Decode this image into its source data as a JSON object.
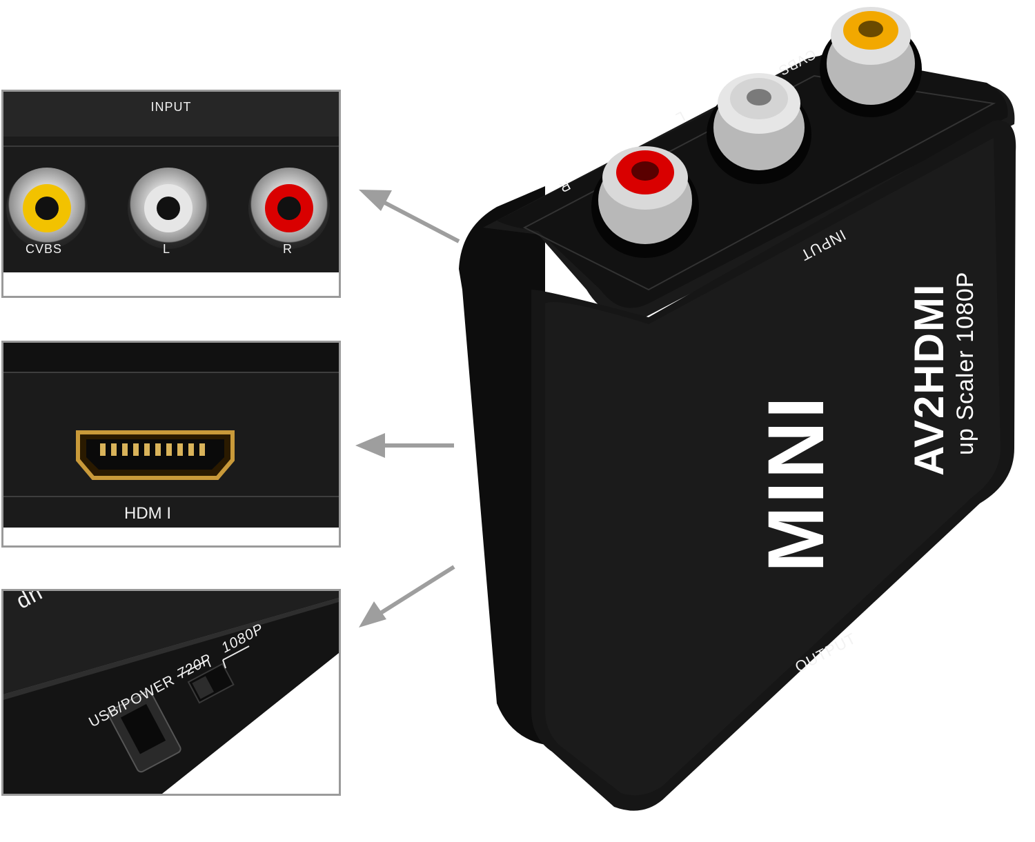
{
  "panels": {
    "input": {
      "title": "INPUT",
      "ports": [
        "CVBS",
        "L",
        "R"
      ]
    },
    "hdmi": {
      "label": "HDM I"
    },
    "usb": {
      "up_text": "up",
      "power_label": "USB/POWER",
      "mode_720": "720P",
      "mode_1080": "1080P"
    }
  },
  "device": {
    "brand": "MINI",
    "model": "AV2HDMI",
    "subtitle": "up Scaler 1080P",
    "input_label": "INPUT",
    "output_label": "OUTPUT",
    "port_labels": {
      "r": "R",
      "l": "L",
      "cvbs": "CVBS"
    }
  },
  "colors": {
    "yellow_jack": "#f2c200",
    "white_jack": "#e6e6e6",
    "red_jack": "#d90000",
    "device_body": "#141414",
    "panel_border": "#9a9a9a",
    "arrow": "#9e9e9e"
  }
}
